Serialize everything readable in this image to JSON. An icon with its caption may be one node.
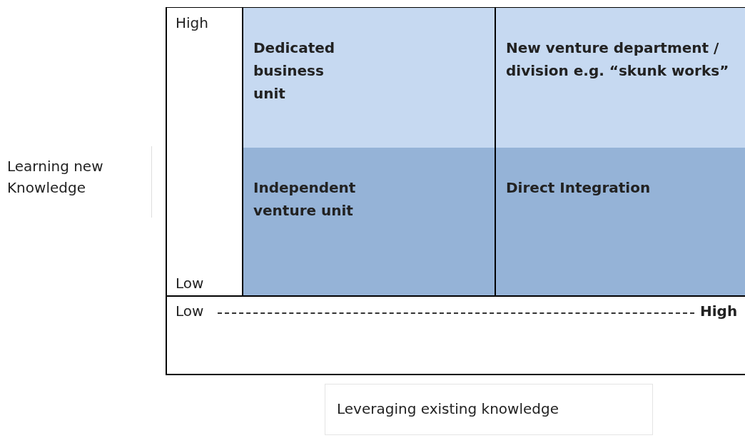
{
  "diagram": {
    "nodes": [
      {
        "text": [
          "Dedicated business unit"
        ]
      },
      {
        "text": [
          "New venture department / division e.g. “skunk works”"
        ]
      },
      {
        "text": [
          "Independent venture unit"
        ]
      },
      {
        "text": [
          "Direct Integration"
        ]
      }
    ],
    "labels": [
      "High",
      "Low",
      "Learning new Knowledge",
      "Low",
      "High",
      "Leveraging existing knowledge"
    ]
  }
}
